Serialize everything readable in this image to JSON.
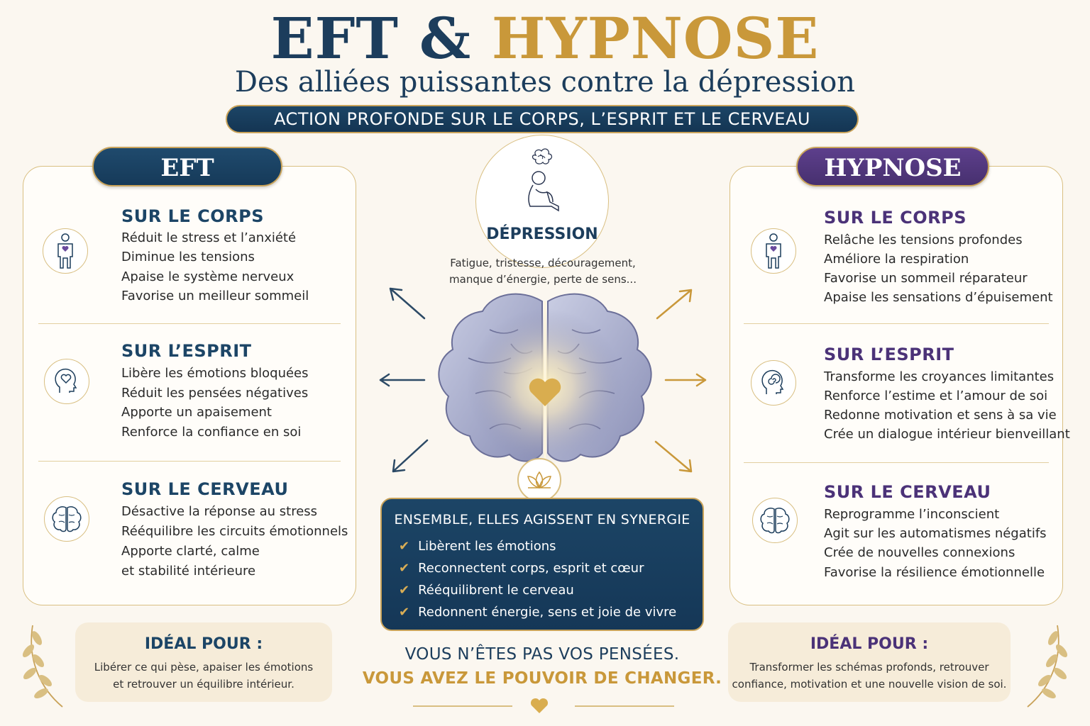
{
  "header": {
    "title_part1": "EFT &",
    "title_part2": "HYPNOSE",
    "subtitle": "Des alliées puissantes contre la dépression",
    "banner": "ACTION PROFONDE SUR LE CORPS, L’ESPRIT ET LE CERVEAU"
  },
  "eft": {
    "label": "EFT",
    "sections": [
      {
        "title": "SUR LE CORPS",
        "icon": "body-icon",
        "lines": [
          "Réduit le stress et l’anxiété",
          "Diminue les tensions",
          "Apaise le système nerveux",
          "Favorise un meilleur sommeil"
        ]
      },
      {
        "title": "SUR L’ESPRIT",
        "icon": "head-heart-icon",
        "lines": [
          "Libère les émotions bloquées",
          "Réduit les pensées négatives",
          "Apporte un apaisement",
          "Renforce la confiance en soi"
        ]
      },
      {
        "title": "SUR LE CERVEAU",
        "icon": "brain-icon",
        "lines": [
          "Désactive la réponse au stress",
          "Rééquilibre les circuits émotionnels",
          "Apporte clarté, calme",
          "et stabilité intérieure"
        ]
      }
    ],
    "ideal_title": "IDÉAL POUR :",
    "ideal_lines": [
      "Libérer ce qui pèse, apaiser les émotions",
      "et retrouver un équilibre intérieur."
    ]
  },
  "hypnose": {
    "label": "HYPNOSE",
    "sections": [
      {
        "title": "SUR LE CORPS",
        "icon": "body-icon",
        "lines": [
          "Relâche les tensions profondes",
          "Améliore la respiration",
          "Favorise un sommeil réparateur",
          "Apaise les sensations d’épuisement"
        ]
      },
      {
        "title": "SUR L’ESPRIT",
        "icon": "head-spiral-icon",
        "lines": [
          "Transforme les croyances limitantes",
          "Renforce l’estime et l’amour de soi",
          "Redonne motivation et sens à sa vie",
          "Crée un dialogue intérieur bienveillant"
        ]
      },
      {
        "title": "SUR LE CERVEAU",
        "icon": "brain-icon",
        "lines": [
          "Reprogramme l’inconscient",
          "Agit sur les automatismes négatifs",
          "Crée de nouvelles connexions",
          "Favorise la résilience émotionnelle"
        ]
      }
    ],
    "ideal_title": "IDÉAL POUR :",
    "ideal_lines": [
      "Transformer les schémas profonds, retrouver",
      "confiance, motivation et une nouvelle vision de soi."
    ]
  },
  "center": {
    "depression_title": "DÉPRESSION",
    "depression_sub1": "Fatigue, tristesse, découragement,",
    "depression_sub2": "manque d’énergie, perte de sens...",
    "synergy_title": "ENSEMBLE, ELLES AGISSENT EN SYNERGIE",
    "synergy_items": [
      "Libèrent les émotions",
      "Reconnectent corps, esprit et cœur",
      "Rééquilibrent le cerveau",
      "Redonnent énergie, sens et joie de vivre"
    ],
    "quote_line1": "VOUS N’ÊTES PAS VOS PENSÉES.",
    "quote_line2": "VOUS AVEZ LE POUVOIR DE CHANGER."
  },
  "colors": {
    "navy": "#1c3d5c",
    "gold": "#c9983a",
    "purple": "#4b3278",
    "cream": "#fbf7f0"
  }
}
